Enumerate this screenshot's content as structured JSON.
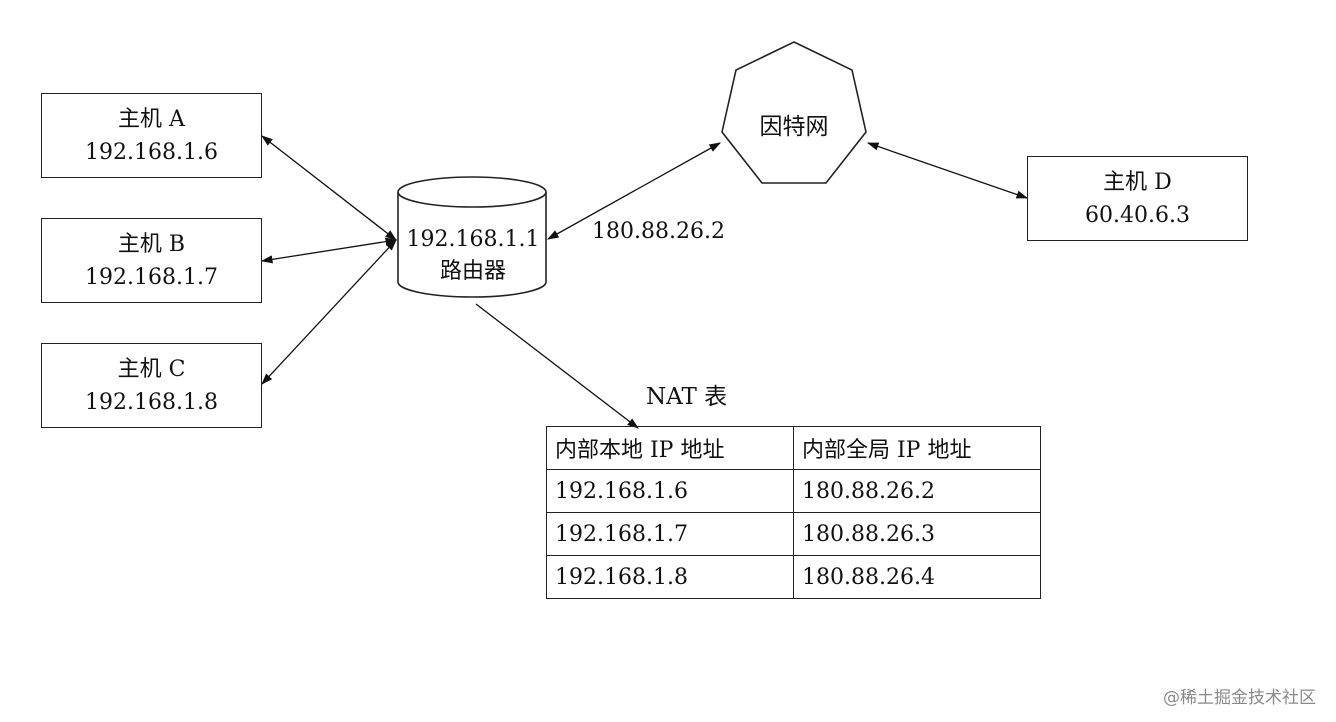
{
  "hosts": [
    {
      "name": "主机 A",
      "ip": "192.168.1.6"
    },
    {
      "name": "主机 B",
      "ip": "192.168.1.7"
    },
    {
      "name": "主机 C",
      "ip": "192.168.1.8"
    },
    {
      "name": "主机 D",
      "ip": "60.40.6.3"
    }
  ],
  "router": {
    "ip": "192.168.1.1",
    "label": "路由器"
  },
  "internet": {
    "label": "因特网"
  },
  "wan_ip": "180.88.26.2",
  "nat_table": {
    "title": "NAT 表",
    "headers": [
      "内部本地 IP 地址",
      "内部全局 IP 地址"
    ],
    "rows": [
      [
        "192.168.1.6",
        "180.88.26.2"
      ],
      [
        "192.168.1.7",
        "180.88.26.3"
      ],
      [
        "192.168.1.8",
        "180.88.26.4"
      ]
    ]
  },
  "watermark": "@稀土掘金技术社区"
}
